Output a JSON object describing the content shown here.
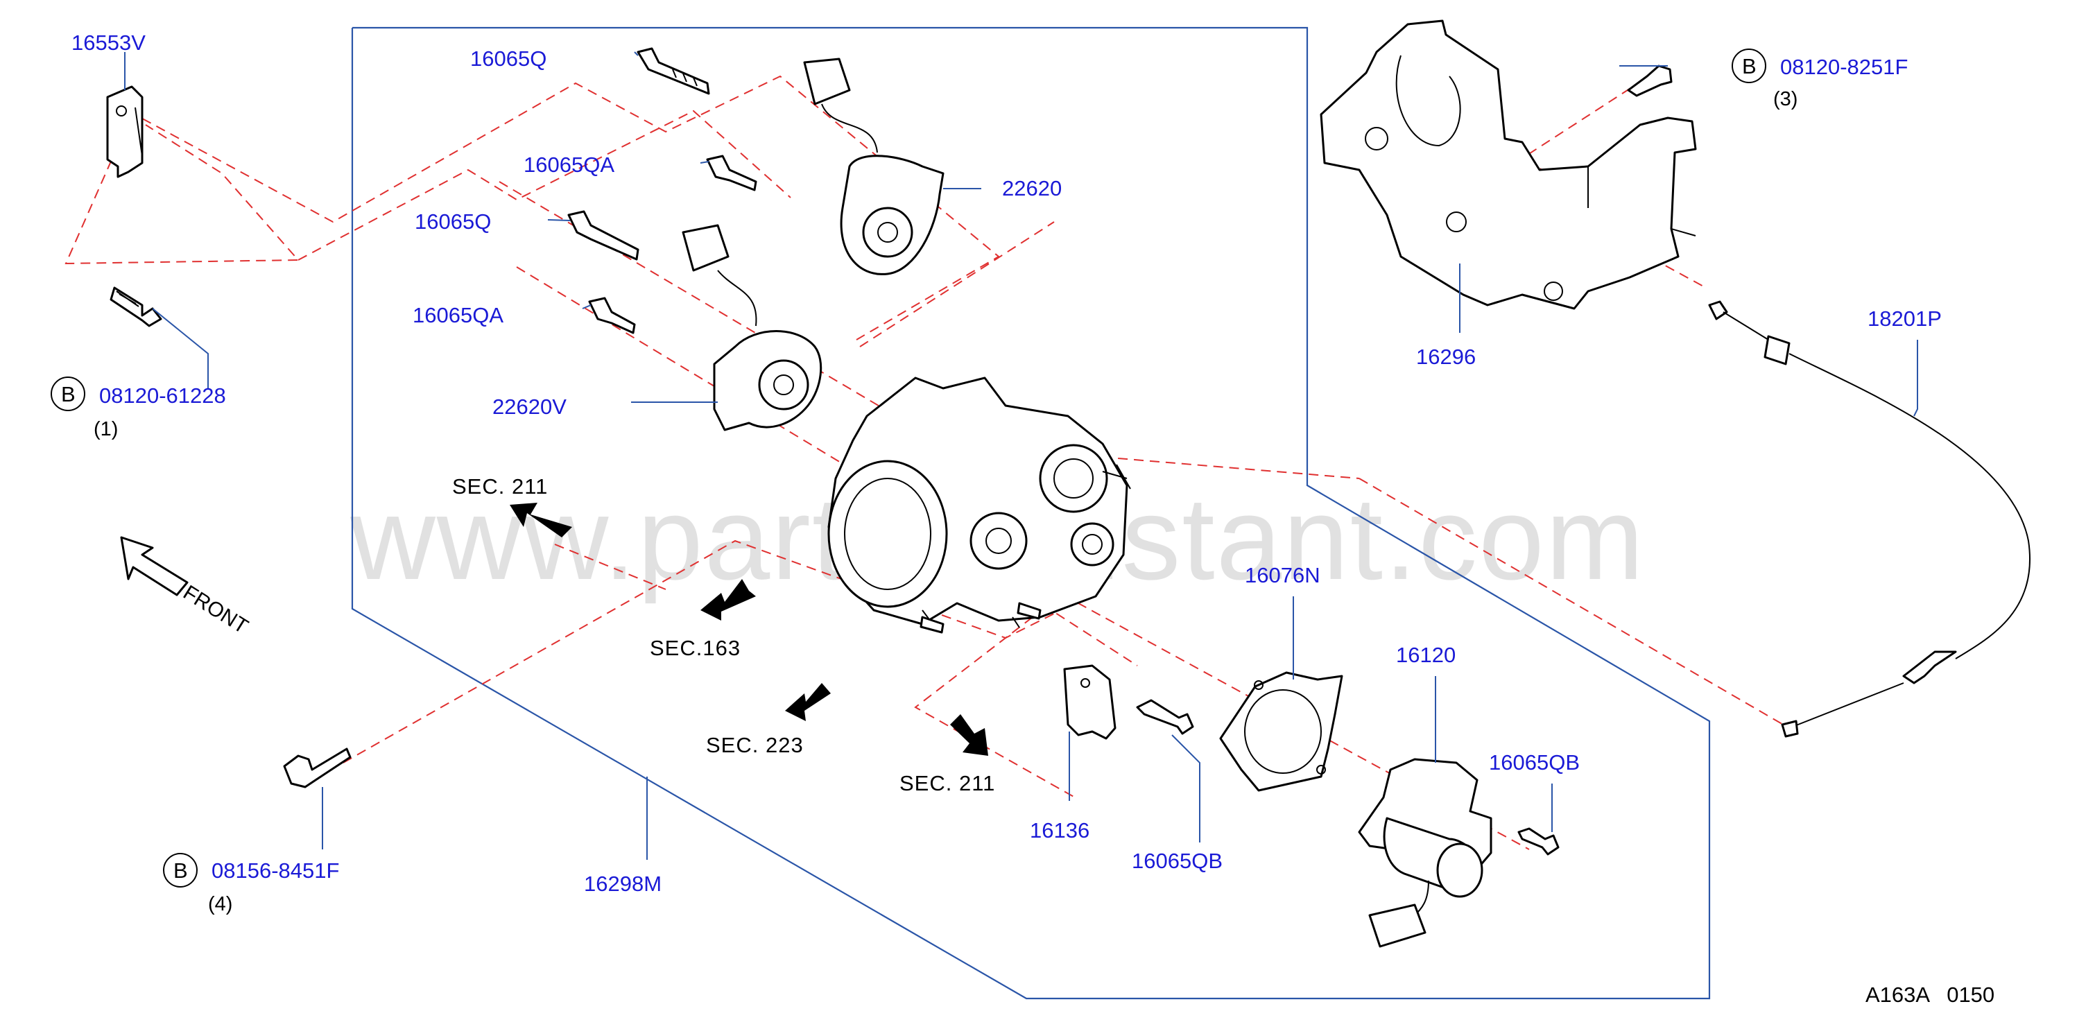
{
  "diagram_code": "A163A   0150",
  "watermark": "www.partsassistant.com",
  "front_label": "FRONT",
  "bolt_prefix": "B",
  "parts": {
    "p16553V": "16553V",
    "p16065Q_a": "16065Q",
    "p16065QA_a": "16065QA",
    "p16065Q_b": "16065Q",
    "p16065QA_b": "16065QA",
    "p22620": "22620",
    "p22620V": "22620V",
    "p08120_61228": "08120-61228",
    "p08120_8251F": "08120-8251F",
    "p16296": "16296",
    "p18201P": "18201P",
    "p16076N": "16076N",
    "p16120": "16120",
    "p16065QB_a": "16065QB",
    "p16065QB_b": "16065QB",
    "p16136": "16136",
    "p16298M": "16298M",
    "p08156_8451F": "08156-8451F"
  },
  "quantities": {
    "q1": "(1)",
    "q3": "(3)",
    "q4": "(4)"
  },
  "sections": {
    "s211_a": "SEC.  211",
    "s163": "SEC.163",
    "s223": "SEC.  223",
    "s211_b": "SEC.  211"
  }
}
